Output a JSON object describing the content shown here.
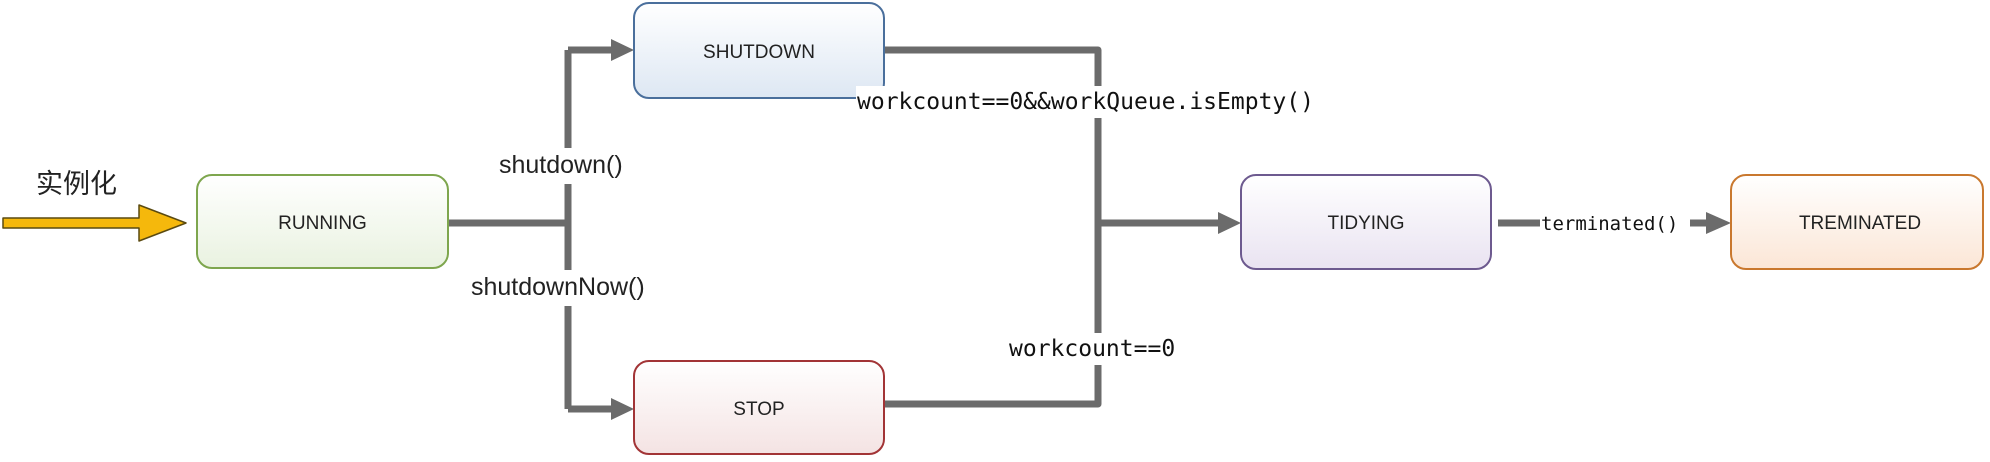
{
  "diagram": {
    "entry_label": "实例化",
    "colors": {
      "entry_arrow": "#f5b80c",
      "connector": "#6b6b6b"
    },
    "nodes": {
      "running": {
        "label": "RUNNING",
        "fill_top": "#ffffff",
        "fill_bottom": "#e9f2e0",
        "stroke": "#7ea64e"
      },
      "shutdown": {
        "label": "SHUTDOWN",
        "fill_top": "#ffffff",
        "fill_bottom": "#dde7f3",
        "stroke": "#4a6f9c"
      },
      "stop": {
        "label": "STOP",
        "fill_top": "#ffffff",
        "fill_bottom": "#f4e3e3",
        "stroke": "#a23436"
      },
      "tidying": {
        "label": "TIDYING",
        "fill_top": "#ffffff",
        "fill_bottom": "#e9e3f1",
        "stroke": "#6d5a8f"
      },
      "terminated": {
        "label": "TREMINATED",
        "fill_top": "#ffffff",
        "fill_bottom": "#fbe6d6",
        "stroke": "#c9782e"
      }
    },
    "edges": {
      "shutdown_call": "shutdown()",
      "shutdown_now_call": "shutdownNow()",
      "shutdown_to_tidying": "workcount==0&&workQueue.isEmpty()",
      "stop_to_tidying": "workcount==0",
      "tidying_to_terminated": "terminated()"
    }
  }
}
